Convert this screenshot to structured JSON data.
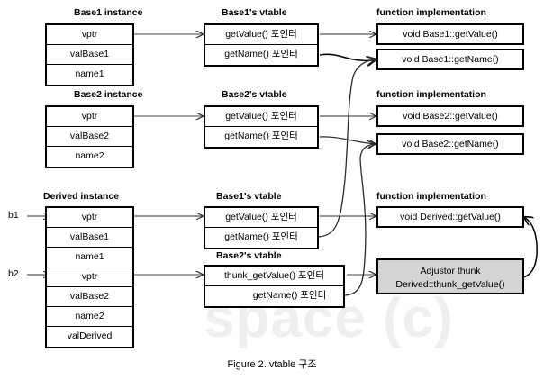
{
  "figure": {
    "caption": "Figure 2. vtable 구조",
    "watermark": "space (c)"
  },
  "headers": {
    "base1_instance": "Base1 instance",
    "base2_instance": "Base2 instance",
    "derived_instance": "Derived instance",
    "base1_vtable_1": "Base1's vtable",
    "base2_vtable_1": "Base2's vtable",
    "base1_vtable_2": "Base1's vtable",
    "base2_vtable_2": "Base2's vtable",
    "func_impl_1": "function implementation",
    "func_impl_2": "function implementation",
    "func_impl_3": "function implementation"
  },
  "pointers": {
    "b1": "b1",
    "b2": "b2"
  },
  "base1_instance": {
    "rows": [
      "vptr",
      "valBase1",
      "name1"
    ]
  },
  "base2_instance": {
    "rows": [
      "vptr",
      "valBase2",
      "name2"
    ]
  },
  "derived_instance": {
    "rows": [
      "vptr",
      "valBase1",
      "name1",
      "vptr",
      "valBase2",
      "name2",
      "valDerived"
    ]
  },
  "base1_vtable_1": {
    "rows": [
      "getValue() 포인터",
      "getName() 포인터"
    ]
  },
  "base2_vtable_1": {
    "rows": [
      "getValue() 포인터",
      "getName() 포인터"
    ]
  },
  "base1_vtable_2": {
    "rows": [
      "getValue() 포인터",
      "getName() 포인터"
    ]
  },
  "base2_vtable_2": {
    "rows": [
      "thunk_getValue() 포인터",
      "getName() 포인터"
    ]
  },
  "functions": {
    "base1_getValue": "void Base1::getValue()",
    "base1_getName": "void Base1::getName()",
    "base2_getValue": "void Base2::getValue()",
    "base2_getName": "void Base2::getName()",
    "derived_getValue": "void Derived::getValue()",
    "thunk_line1": "Adjustor thunk",
    "thunk_line2": "Derived::thunk_getValue()"
  },
  "colors": {
    "stroke": "#000000",
    "wire": "#3f3f3f",
    "thunk_fill": "#d4d4d4",
    "background": "#ffffff",
    "watermark": "#efeff2"
  }
}
